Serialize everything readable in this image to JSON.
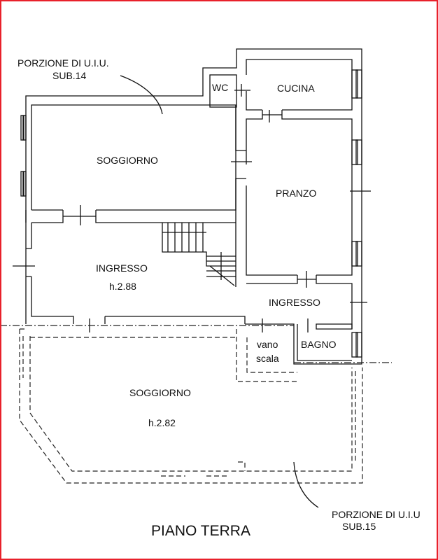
{
  "title": "PIANO TERRA",
  "annotations": {
    "upper_portion": {
      "line1": "PORZIONE DI U.I.U.",
      "line2": "SUB.14"
    },
    "lower_portion": {
      "line1": "PORZIONE DI U.I.U",
      "line2": "SUB.15"
    }
  },
  "rooms": {
    "wc": "WC",
    "cucina": "CUCINA",
    "soggiorno_upper": "SOGGIORNO",
    "pranzo": "PRANZO",
    "ingresso_left": "INGRESSO",
    "ingresso_left_height": "h.2.88",
    "ingresso_right": "INGRESSO",
    "vano_scala_1": "vano",
    "vano_scala_2": "scala",
    "bagno": "BAGNO",
    "soggiorno_lower": "SOGGIORNO",
    "soggiorno_lower_height": "h.2.82"
  },
  "colors": {
    "border": "#e8212b",
    "lines": "#111111"
  }
}
